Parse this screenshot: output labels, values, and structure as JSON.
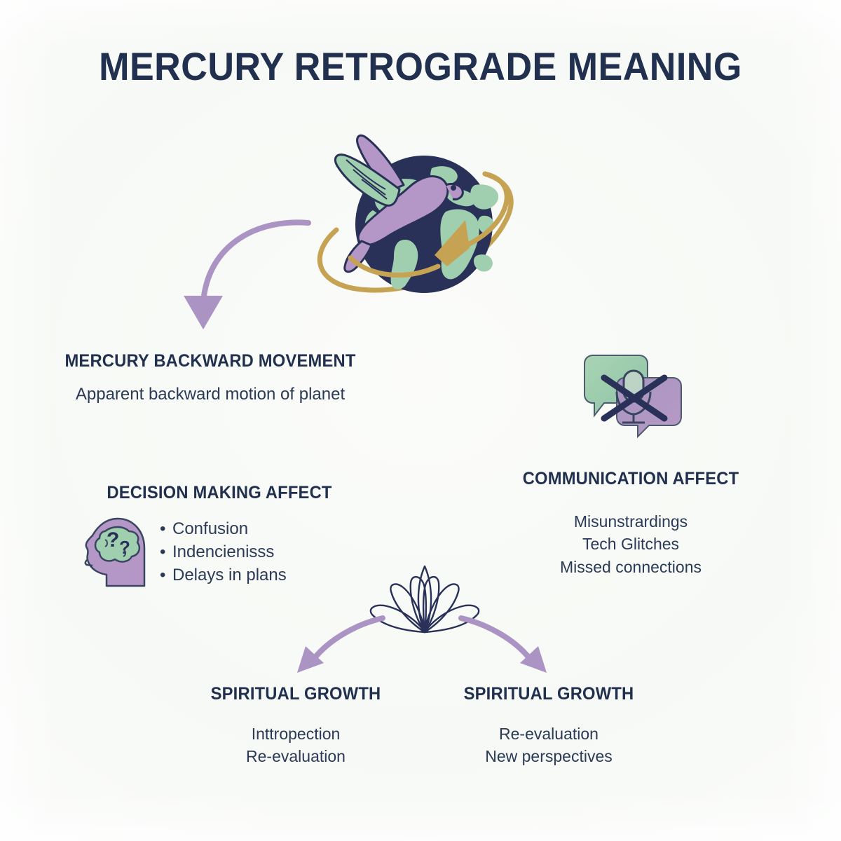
{
  "page": {
    "title": "MERCURY RETROGRADE MEANING",
    "background_color": "#f7faf6",
    "ink_color": "#22304f"
  },
  "palette": {
    "navy": "#2a3158",
    "green": "#9fcfae",
    "purple": "#ab94c4",
    "gold": "#c6a253",
    "text": "#2b3a57"
  },
  "sections": {
    "backward": {
      "heading": "MERCURY BACKWARD MOVEMENT",
      "body": "Apparent backward motion of planet"
    },
    "decision": {
      "heading": "DECISION MAKING AFFECT",
      "bullets": [
        "Confusion",
        "Indencienisss",
        "Delays in plans"
      ],
      "icon": "thinking-head-icon"
    },
    "communication": {
      "heading": "COMMUNICATION AFFECT",
      "lines": [
        "Misunstrardings",
        "Tech Glitches",
        "Missed connections"
      ],
      "icon": "muted-chat-icon"
    },
    "spiritual_left": {
      "heading": "SPIRITUAL GROWTH",
      "lines": [
        "Inttropection",
        "Re-evaluation"
      ]
    },
    "spiritual_right": {
      "heading": "SPIRITUAL GROWTH",
      "lines": [
        "Re-evaluation",
        "New perspectives"
      ]
    }
  },
  "graphics": {
    "globe": "earth-globe-icon",
    "dove": "dove-icon",
    "orbit": "orbit-arrow-icon",
    "lotus": "lotus-flower-icon",
    "arrow_to_backward": "curved-arrow-down-left-icon",
    "arrow_to_spiritual_left": "curved-arrow-down-left-icon",
    "arrow_to_spiritual_right": "curved-arrow-down-right-icon"
  }
}
